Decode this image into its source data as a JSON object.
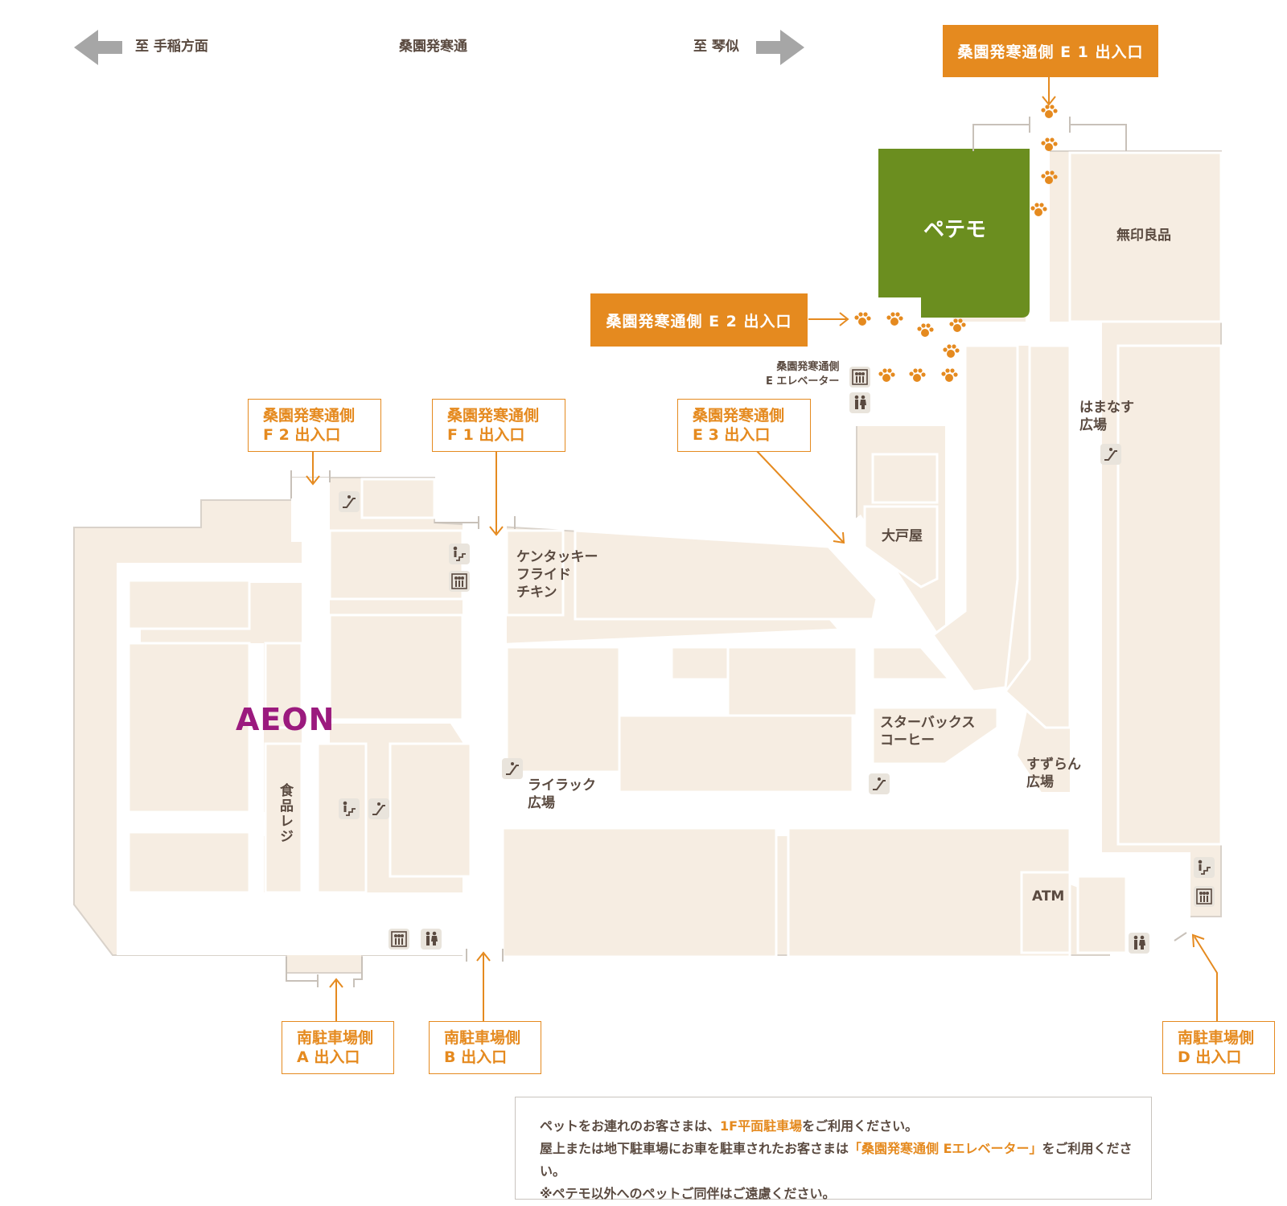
{
  "top_bar": {
    "left_direction": "至 手稲方面",
    "street_name": "桑園発寒通",
    "right_direction": "至 琴似"
  },
  "entrances": {
    "e1": "桑園発寒通側 E 1 出入口",
    "e2": "桑園発寒通側 E 2 出入口",
    "e3_line1": "桑園発寒通側",
    "e3_line2": "E 3 出入口",
    "f1_line1": "桑園発寒通側",
    "f1_line2": "F 1 出入口",
    "f2_line1": "桑園発寒通側",
    "f2_line2": "F 2 出入口",
    "a_line1": "南駐車場側",
    "a_line2": "A 出入口",
    "b_line1": "南駐車場側",
    "b_line2": "B 出入口",
    "d_line1": "南駐車場側",
    "d_line2": "D 出入口"
  },
  "stores": {
    "petemo": "ペテモ",
    "muji": "無印良品",
    "ootoya": "大戸屋",
    "kfc_line1": "ケンタッキー",
    "kfc_line2": "フライド",
    "kfc_line3": "チキン",
    "starbucks_line1": "スターバックス",
    "starbucks_line2": "コーヒー",
    "atm": "ATM",
    "aeon": "AEON",
    "food_register": "食品レジ"
  },
  "plazas": {
    "hamanasu_line1": "はまなす",
    "hamanasu_line2": "広場",
    "suzuran_line1": "すずらん",
    "suzuran_line2": "広場",
    "lilac_line1": "ライラック",
    "lilac_line2": "広場"
  },
  "elevator_label": {
    "line1": "桑園発寒通側",
    "line2": "E エレベーター"
  },
  "notice": {
    "line1_pre": "ペットをお連れのお客さまは、",
    "line1_hl": "1F平面駐車場",
    "line1_post": "をご利用ください。",
    "line2_pre": "屋上または地下駐車場にお車を駐車されたお客さまは",
    "line2_hl": "「桑園発寒通側 Eエレベーター」",
    "line2_post": "をご利用ください。",
    "line3": "※ペテモ以外へのペットご同伴はご遠慮ください。"
  },
  "colors": {
    "floor": "#f6ede2",
    "walkway": "#ffffff",
    "petemo": "#6b8e1f",
    "orange": "#e58a1f",
    "aeon": "#9b1a7e",
    "arrow_gray": "#a6a6a6"
  },
  "icons": [
    "escalator-icon",
    "elevator-icon",
    "stairs-icon",
    "restroom-icon",
    "paw-icon",
    "arrow-left-icon",
    "arrow-right-icon"
  ]
}
